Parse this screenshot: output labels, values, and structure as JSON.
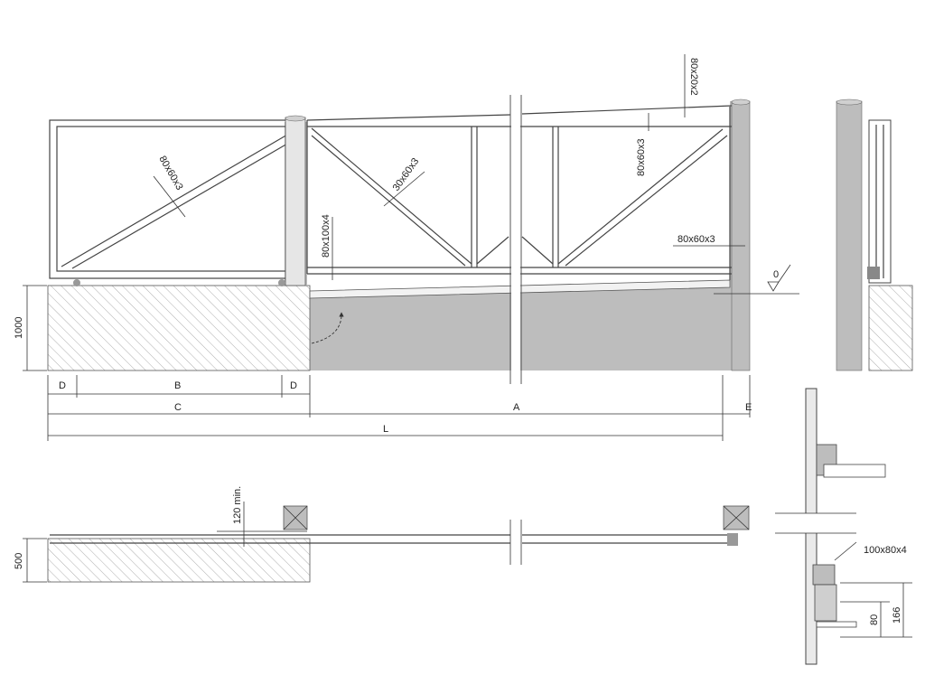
{
  "profiles": {
    "diagonal_left": "80x60x3",
    "diagonal_center": "30x60x3",
    "top_rail": "80x20x2",
    "right_post": "80x60x3",
    "vertical_member": "80x100x4",
    "end_member": "80x60x3",
    "support_beam": "100x80x4"
  },
  "level_mark": "0",
  "dimensions": {
    "d": "D",
    "b": "B",
    "c": "C",
    "a": "A",
    "e": "E",
    "l": "L",
    "foundation_height": "1000",
    "foundation_width": "500",
    "min_clearance": "120 min.",
    "roller_height": "166",
    "roller_offset": "80"
  },
  "colors": {
    "hatch": "#9a9a9a",
    "wall_gray": "#bdbdbd",
    "line": "#444444"
  }
}
